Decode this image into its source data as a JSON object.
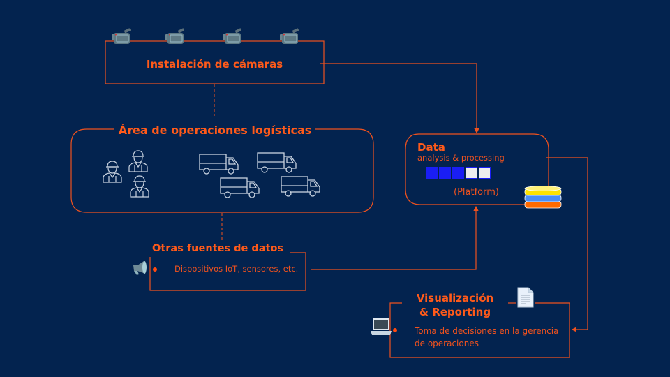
{
  "colors": {
    "background": "#03234f",
    "accent": "#f0521e",
    "icon_outline": "#c9d3e0",
    "progress_filled": "#1a1ef5",
    "progress_empty": "#eeeeee"
  },
  "cameras": {
    "title": "Instalación de cámaras",
    "icon": "video-camera-icon",
    "count": 4
  },
  "operations": {
    "title": "Área de operaciones logísticas",
    "workers_icon": "construction-worker-icon",
    "workers_count": 3,
    "trucks_icon": "truck-icon",
    "trucks_count": 4
  },
  "data_box": {
    "title": "Data",
    "subtitle": "analysis & processing",
    "platform_label": "(Platform)",
    "progress": {
      "filled": 3,
      "total": 5
    },
    "icon": "database-icon"
  },
  "other_sources": {
    "title": "Otras fuentes de datos",
    "items": [
      "Dispositivos IoT, sensores, etc."
    ],
    "icon": "speaker-icon"
  },
  "reporting": {
    "title_line1": "Visualización",
    "title_line2": "& Reporting",
    "items": [
      "Toma de decisiones en la gerencia de operaciones"
    ],
    "item_line1": "Toma de decisiones en la gerencia",
    "item_line2": "de operaciones",
    "laptop_icon": "laptop-icon",
    "document_icon": "document-icon"
  }
}
